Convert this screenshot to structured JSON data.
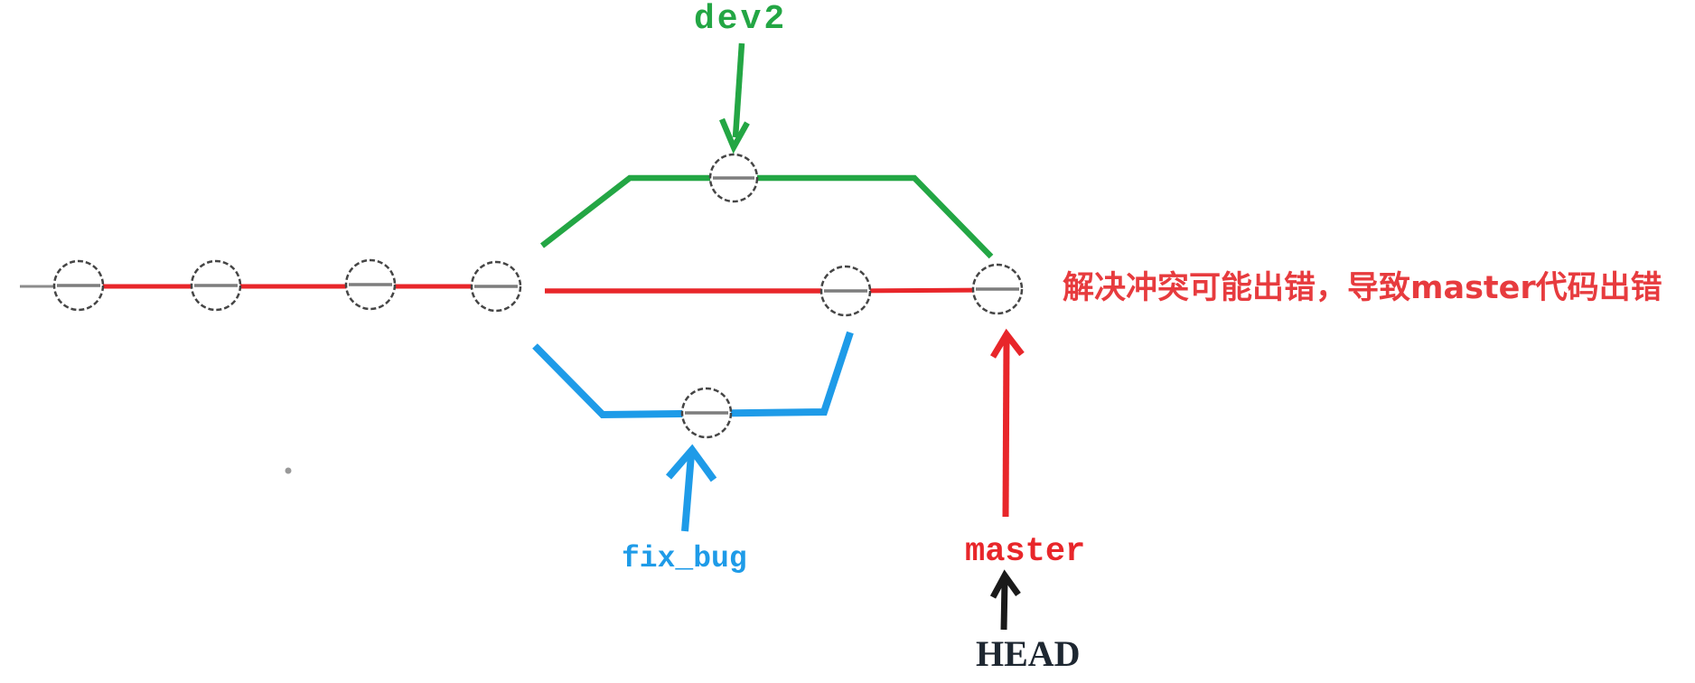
{
  "diagram": {
    "type": "git-branch-merge-diagram",
    "background": "#ffffff",
    "labels": {
      "dev2": "dev2",
      "fix_bug": "fix_bug",
      "master": "master",
      "head": "HEAD",
      "annotation": "解决冲突可能出错，导致master代码出错"
    },
    "colors": {
      "master_line": "#E8262A",
      "dev2_line": "#23A644",
      "fix_bug_line": "#1E9BE8",
      "head_text": "#1E2731",
      "annotation_text": "#E73B3E",
      "history_stub": "#8C8C8C",
      "commit_node_stroke": "#454545",
      "commit_node_bar": "#7D7D7D"
    },
    "structure": {
      "main_line_commit_count": 6,
      "dev2_commit_count": 1,
      "fix_bug_commit_count": 1,
      "head_points_to": "master",
      "dev2_points_to": "dev2-commit",
      "fix_bug_points_to": "fix-bug-commit",
      "master_points_to": "merge-commit-dev2"
    }
  }
}
